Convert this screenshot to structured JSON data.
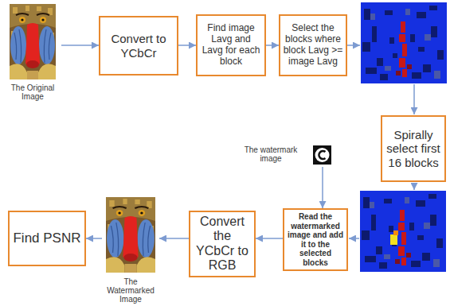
{
  "diagram": {
    "nodes": [
      {
        "text": [
          "The Original Image"
        ]
      },
      {
        "text": [
          "Convert to YCbCr"
        ]
      },
      {
        "text": [
          "Find image Lavg and Lavg for each block"
        ]
      },
      {
        "text": [
          "Select the blocks where block Lavg >= image Lavg"
        ]
      },
      {
        "text": [
          "Spirally select first 16 blocks"
        ]
      },
      {
        "text": [
          "The watermark image"
        ]
      },
      {
        "text": [
          "Read the watermarked image and add it to the selected blocks"
        ]
      },
      {
        "text": [
          "Convert the YCbCr to RGB"
        ]
      },
      {
        "text": [
          "The Watermarked Image"
        ]
      },
      {
        "text": [
          "Find PSNR"
        ]
      }
    ],
    "edges": [
      {
        "from": 0,
        "to": 1,
        "arrow": "to"
      },
      {
        "from": 1,
        "to": 2,
        "arrow": "to"
      },
      {
        "from": 2,
        "to": 3,
        "arrow": "to"
      },
      {
        "from": 5,
        "to": 6,
        "arrow": "to"
      },
      {
        "from": 6,
        "to": 7,
        "arrow": "to"
      },
      {
        "from": 7,
        "to": 8,
        "arrow": "to"
      },
      {
        "from": 8,
        "to": 9,
        "arrow": "to"
      }
    ]
  }
}
